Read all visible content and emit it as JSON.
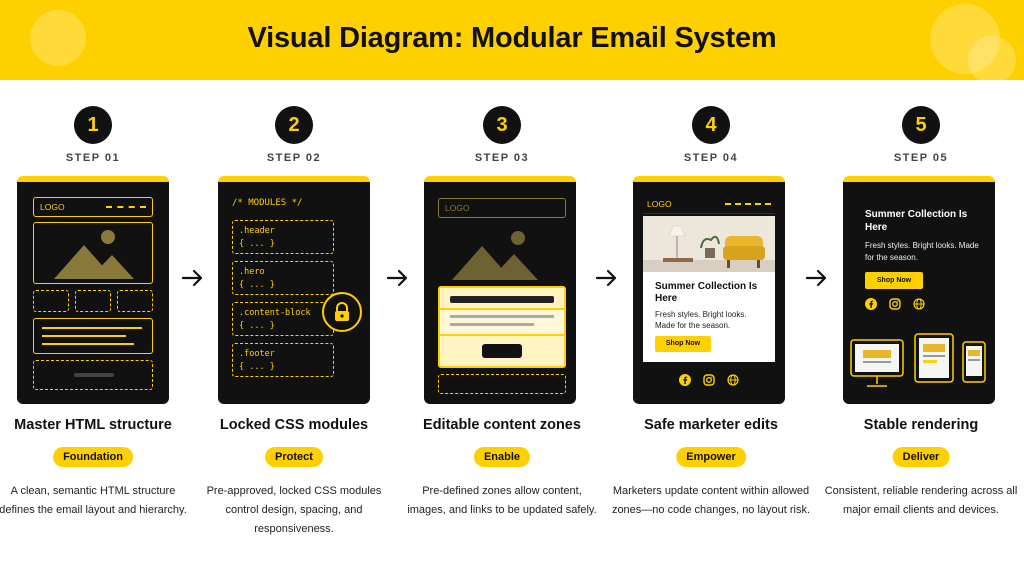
{
  "title": "Visual Diagram: Modular Email System",
  "steps": [
    {
      "number": "1",
      "label": "STEP 01",
      "title": "Master HTML structure",
      "badge": "Foundation",
      "description": "A clean, semantic HTML structure defines the email layout and hierarchy.",
      "card": {
        "logo": "LOGO"
      }
    },
    {
      "number": "2",
      "label": "STEP 02",
      "title": "Locked CSS modules",
      "badge": "Protect",
      "description": "Pre-approved, locked CSS modules control design, spacing, and responsiveness.",
      "card": {
        "comment": "/* MODULES */",
        "modules": [
          ".header",
          ".hero",
          ".content-block",
          ".footer"
        ],
        "module_body": "{ ... }"
      }
    },
    {
      "number": "3",
      "label": "STEP 03",
      "title": "Editable content zones",
      "badge": "Enable",
      "description": "Pre-defined zones allow content, images, and links to be updated safely.",
      "card": {
        "logo": "LOGO"
      }
    },
    {
      "number": "4",
      "label": "STEP 04",
      "title": "Safe marketer edits",
      "badge": "Empower",
      "description": "Marketers update content within allowed zones—no code changes, no layout risk.",
      "card": {
        "logo": "LOGO",
        "headline": "Summer Collection Is Here",
        "body": "Fresh styles. Bright looks. Made for the season.",
        "cta": "Shop Now"
      }
    },
    {
      "number": "5",
      "label": "STEP 05",
      "title": "Stable rendering",
      "badge": "Deliver",
      "description": "Consistent, reliable rendering across all major email clients and devices.",
      "card": {
        "headline": "Summer Collection Is Here",
        "body": "Fresh styles. Bright looks. Made for the season.",
        "cta": "Shop Now"
      }
    }
  ],
  "colors": {
    "accent": "#FFD000",
    "dark": "#111111",
    "text": "#222222"
  }
}
